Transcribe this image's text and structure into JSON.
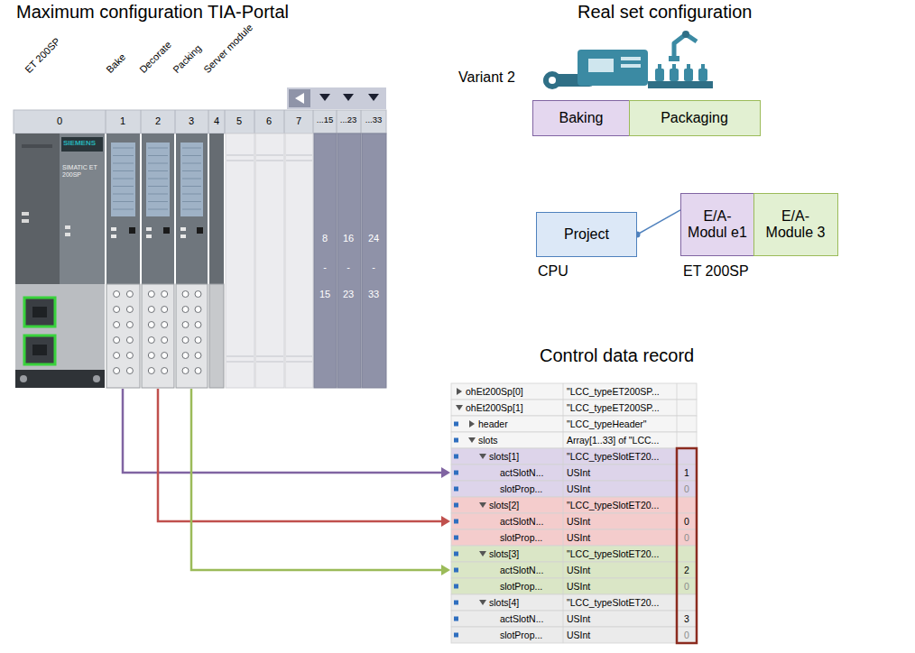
{
  "diagram": {
    "nodes": [
      {
        "text": [
          "Baking"
        ]
      },
      {
        "text": [
          "Packaging"
        ]
      },
      {
        "text": [
          "Project"
        ]
      },
      {
        "text": [
          "E/A-Modul e1"
        ]
      },
      {
        "text": [
          "E/A- Module 3"
        ]
      }
    ],
    "edges": [
      {
        "from": 2,
        "to": 3,
        "arrow": "none"
      }
    ],
    "labels": [
      "Maximum configuration TIA-Portal",
      "Real set configuration",
      "ET 200SP",
      "Bake",
      "Decorate",
      "Packing",
      "Server module",
      "0",
      "1",
      "2",
      "3",
      "4",
      "5",
      "6",
      "7",
      "...15",
      "...23",
      "...33",
      "8",
      "-",
      "15",
      "16",
      "-",
      "23",
      "24",
      "-",
      "33",
      "SIEMENS",
      "SIMATIC ET 200SP",
      "Variant 2",
      "CPU",
      "ET 200SP",
      "Control data record",
      "ohEt200Sp[0]",
      "\"LCC_typeET200SP...",
      "ohEt200Sp[1]",
      "\"LCC_typeET200SP...",
      "header",
      "\"LCC_typeHeader\"",
      "slots",
      "Array[1..33] of \"LCC...",
      "slots[1]",
      "\"LCC_typeSlotET20...",
      "actSlotN...",
      "USInt",
      "1",
      "slotProp...",
      "USInt",
      "0",
      "slots[2]",
      "\"LCC_typeSlotET20...",
      "actSlotN...",
      "USInt",
      "0",
      "slotProp...",
      "USInt",
      "0",
      "slots[3]",
      "\"LCC_typeSlotET20...",
      "actSlotN...",
      "USInt",
      "2",
      "slotProp...",
      "USInt",
      "0",
      "slots[4]",
      "\"LCC_typeSlotET20...",
      "actSlotN...",
      "USInt",
      "3",
      "slotProp...",
      "USInt",
      "0"
    ]
  }
}
